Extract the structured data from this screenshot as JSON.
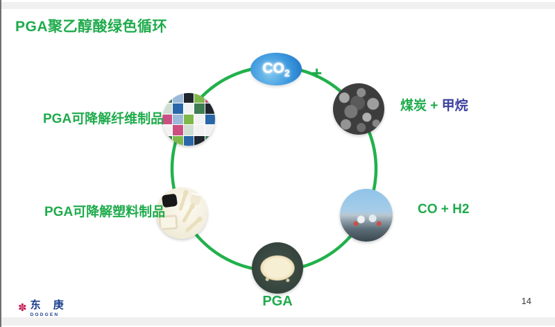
{
  "colors": {
    "green": "#1FAB4C",
    "arc_green": "#22B14C",
    "methane_blue": "#3B3F9E",
    "logo_red": "#C21E56",
    "logo_blue": "#1A3C8F",
    "co2_blue": "#2E8FD8"
  },
  "slide": {
    "title": "PGA聚乙醇酸绿色循环",
    "page_number": "14"
  },
  "cycle": {
    "co2": {
      "formula": "CO",
      "subscript": "2"
    },
    "plus_sign": "+",
    "coal_methane": {
      "coal_part": "煤炭 + ",
      "methane_part": "甲烷"
    },
    "syngas_label": "CO + H2",
    "pga_label": "PGA",
    "plastic_label": "PGA可降解塑料制品",
    "fiber_label": "PGA可降解纤维制品"
  },
  "images": {
    "coal": "coal-lumps-photo",
    "plant": "chemical-plant-photo",
    "pga_granules": "pga-granules-photo",
    "plastic_products": "degradable-plastic-tableware-photo",
    "fiber_products": "fiber-products-collage-photo"
  },
  "logo": {
    "name_cn": "东 庚",
    "name_en": "DODGEN"
  }
}
